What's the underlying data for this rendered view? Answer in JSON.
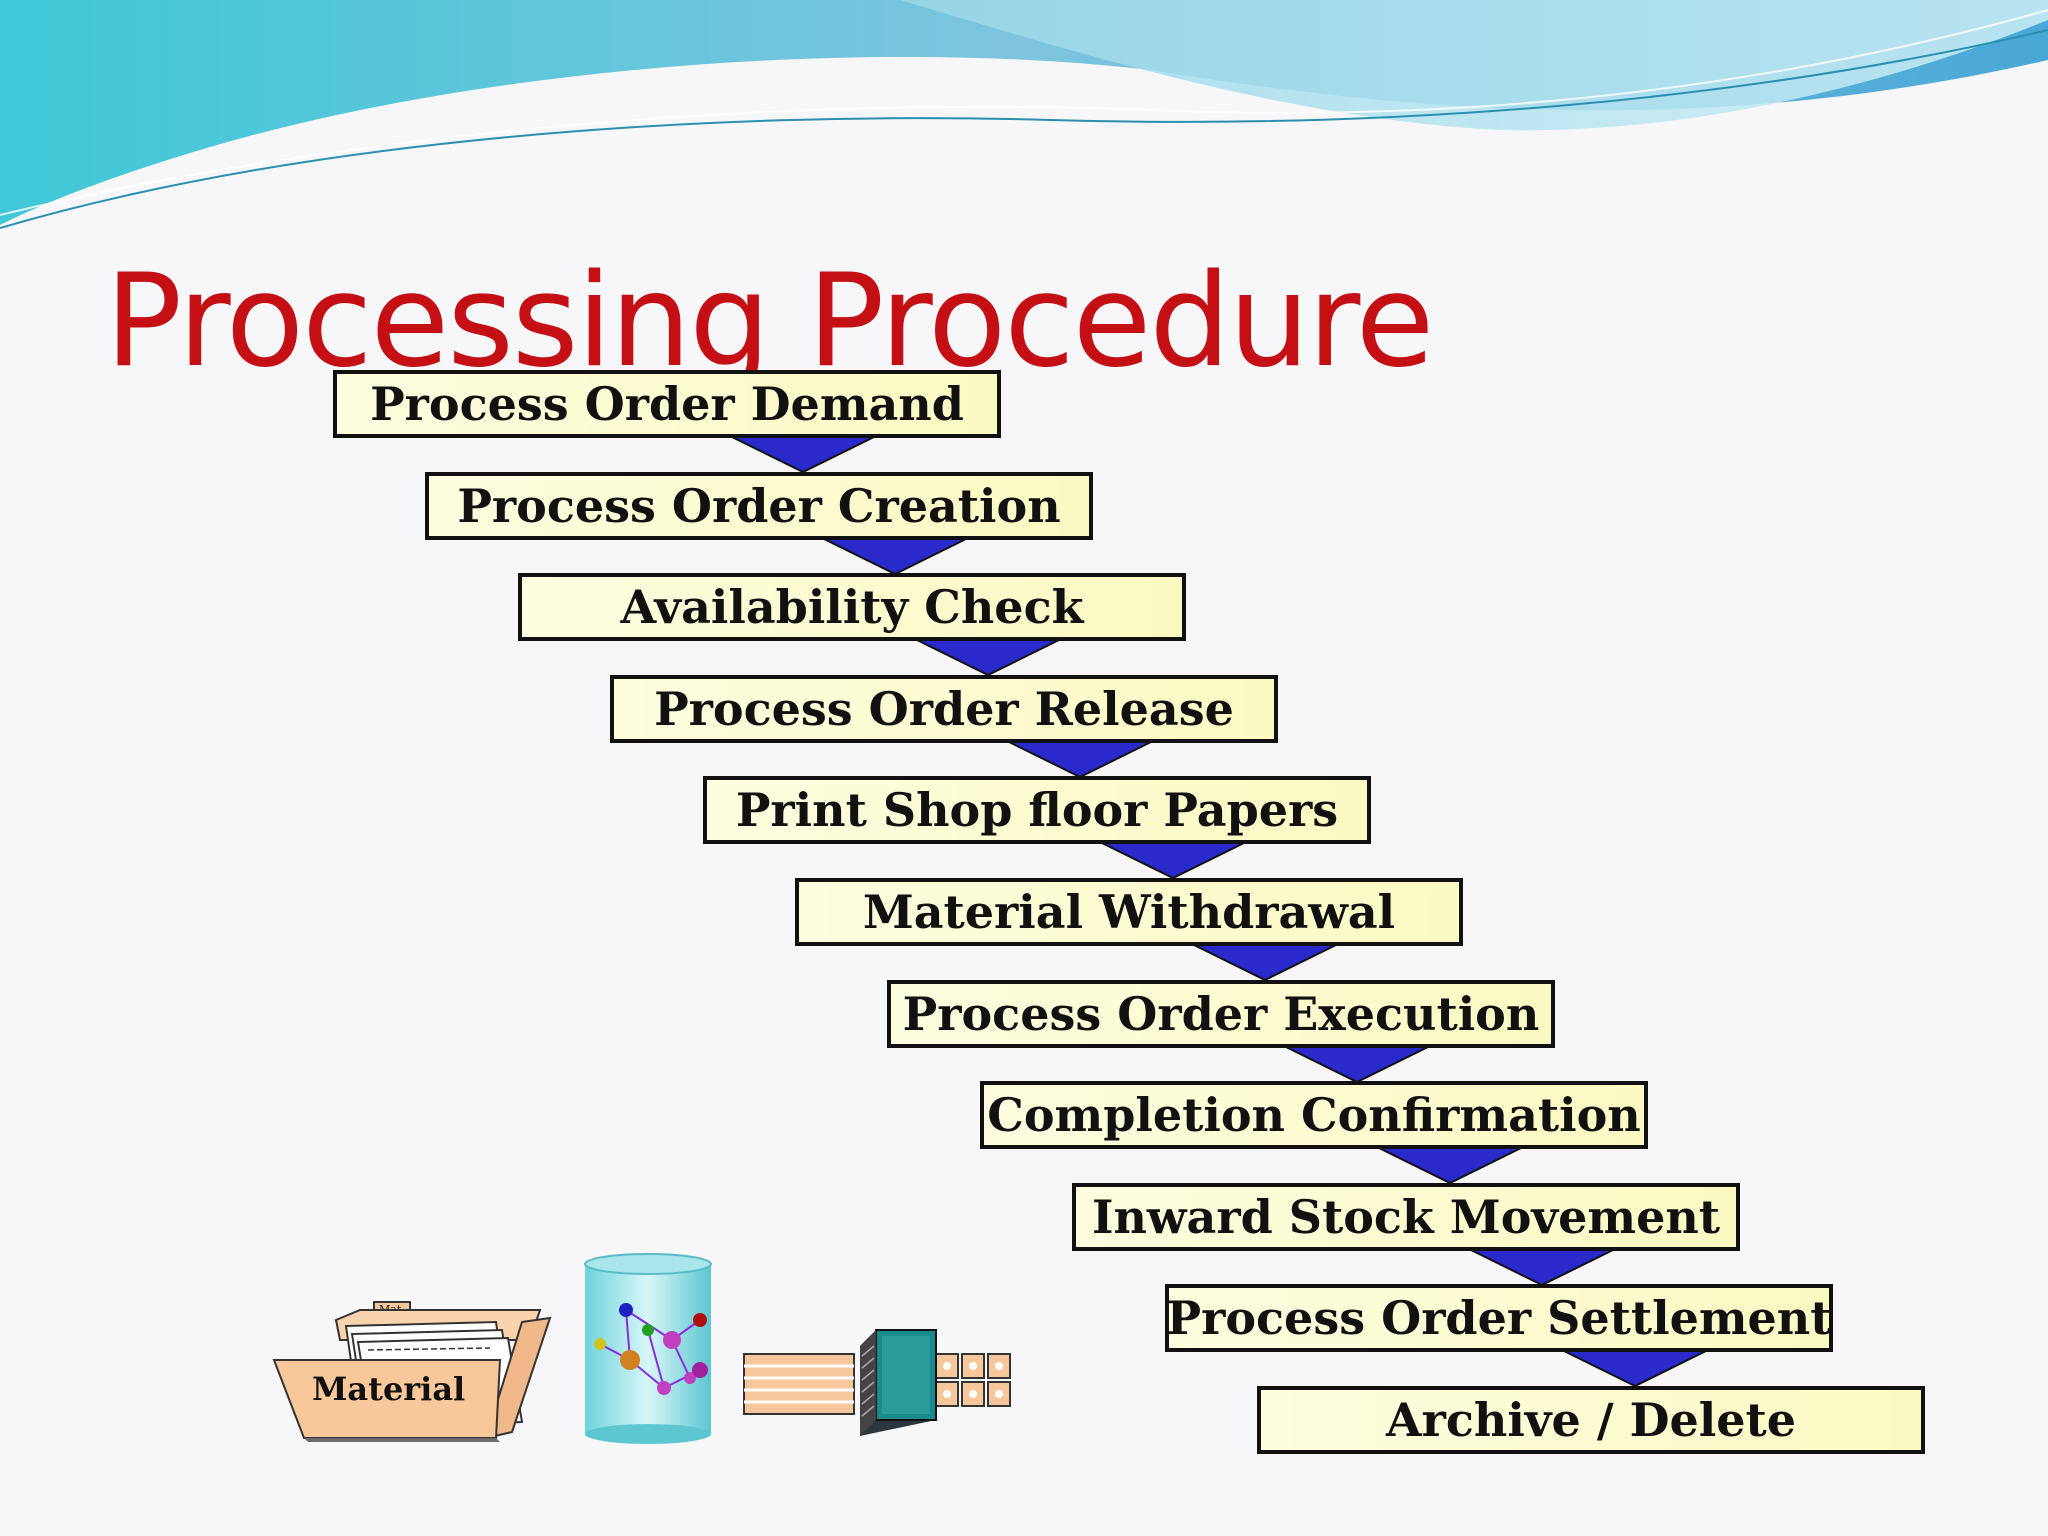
{
  "title": "Processing Procedure",
  "steps": [
    "Process Order Demand",
    "Process Order Creation",
    "Availability Check",
    "Process Order Release",
    "Print Shop floor Papers",
    "Material Withdrawal",
    "Process Order Execution",
    "Completion Confirmation",
    "Inward Stock Movement",
    "Process Order Settlement",
    "Archive / Delete"
  ],
  "icons": {
    "folder_label": "Material",
    "folder_tab": "Mat",
    "folder_icon": "folder-icon",
    "database_icon": "database-molecule-icon",
    "processor_icon": "chip-processor-icon"
  },
  "colors": {
    "title": "#c40f14",
    "step_fill": "#fbf9c2",
    "step_border": "#111111",
    "arrow": "#2a2acc"
  }
}
